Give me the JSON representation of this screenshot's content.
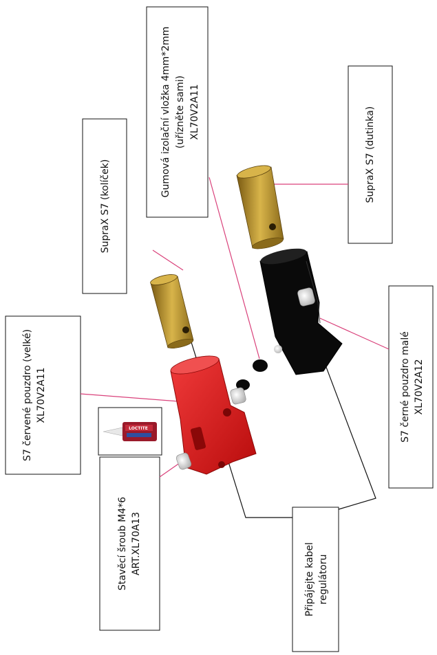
{
  "labels": {
    "insulation_line1": "Gumová izolační vložka 4mm*2mm",
    "insulation_line2": "(uřízněte sami)",
    "insulation_line3": "XL70V2A11",
    "sleeve": "SupraX S7 (dutinka)",
    "pin": "SupraX S7 (kolíček)",
    "red_line1": "S7 červené pouzdro (velké)",
    "red_line2": "XL70V2A11",
    "black_line1": "S7 černé pouzdro malé",
    "black_line2": "XL70V2A12",
    "screw_line1": "Stavěcí šroub M4*6",
    "screw_line2": "ART.XL70A13",
    "solder_line1": "Připájejte kabel",
    "solder_line2": "regulátoru"
  },
  "product_logo": "LOCTITE",
  "colors": {
    "leader_pink": "#d9407a",
    "leader_black": "#111111",
    "red_housing": "#e01818",
    "black_housing": "#0a0a0a",
    "brass": "#b8902c"
  }
}
